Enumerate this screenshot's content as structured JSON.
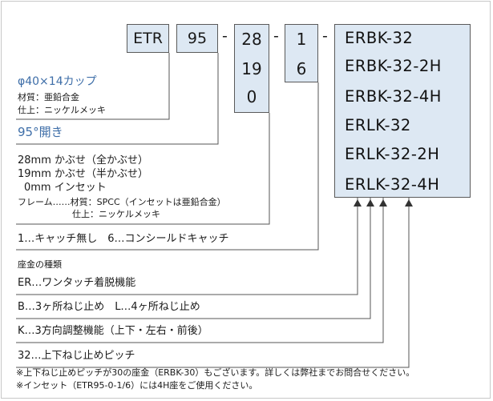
{
  "code": {
    "part1": "ETR",
    "part2": "95",
    "part3": [
      "28",
      "19",
      "0"
    ],
    "part4": [
      "1",
      "6"
    ],
    "separator": "-",
    "models": [
      "ERBK-32",
      "ERBK-32-2H",
      "ERBK-32-4H",
      "ERLK-32",
      "ERLK-32-2H",
      "ERLK-32-4H"
    ]
  },
  "cup": {
    "title": "φ40×14カップ",
    "material": "材質：亜鉛合金",
    "finish": "仕上：ニッケルメッキ"
  },
  "angle": "95°開き",
  "overlay": {
    "full": "28mm かぶせ（全かぶせ）",
    "half": "19mm かぶせ（半かぶせ）",
    "inset": "0mm インセット",
    "frame_material": "フレーム……材質：SPCC（インセットは亜鉛合金）",
    "frame_finish": "仕上：ニッケルメッキ"
  },
  "catch": "1…キャッチ無し　6…コンシールドキャッチ",
  "plate": {
    "heading": "座金の種類",
    "er": "ER…ワンタッチ着脱機能",
    "bl": "B…3ヶ所ねじ止め　L…4ヶ所ねじ止め",
    "k": "K…3方向調整機能（上下・左右・前後）",
    "pitch": "32…上下ねじ止めピッチ"
  },
  "notes": [
    "※上下ねじ止めピッチが30の座金（ERBK-30）もございます。詳しくは弊社までお問合せください。",
    "※インセット（ETR95-0-1/6）には4H座をご使用ください。"
  ]
}
